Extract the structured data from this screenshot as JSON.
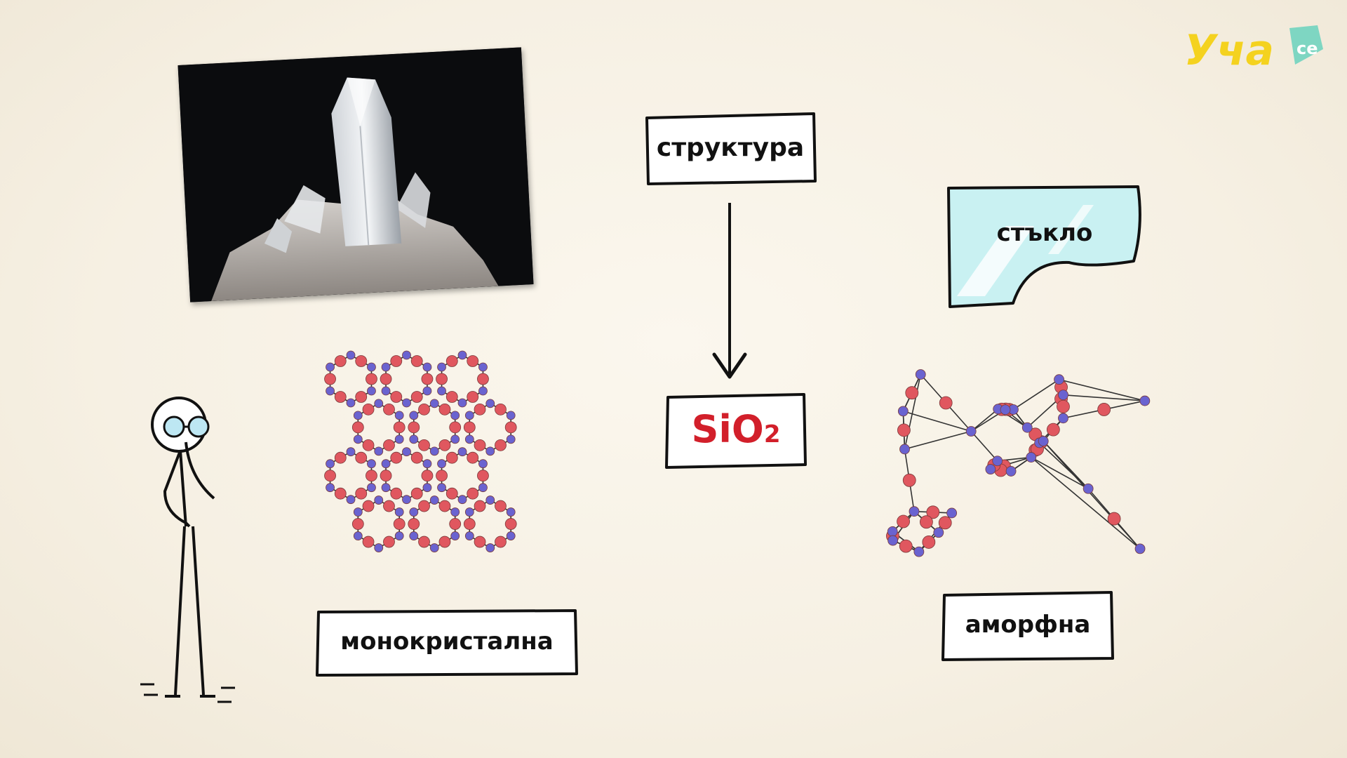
{
  "brand": {
    "logo": "Уча.се",
    "accent": "#f4d21f",
    "accent2": "#7ed6c2"
  },
  "photo": {
    "subject": "quartz crystal photo"
  },
  "labels": {
    "structure": "структура",
    "formula_main": "SiO",
    "formula_sub": "2",
    "glass": "стъкло",
    "mono": "монокристална",
    "amorphous": "аморфна"
  },
  "colors": {
    "oxygen": "#e0575f",
    "silicon": "#6a63d0",
    "formula": "#d21f2a",
    "glass": "#c9f1f2"
  }
}
